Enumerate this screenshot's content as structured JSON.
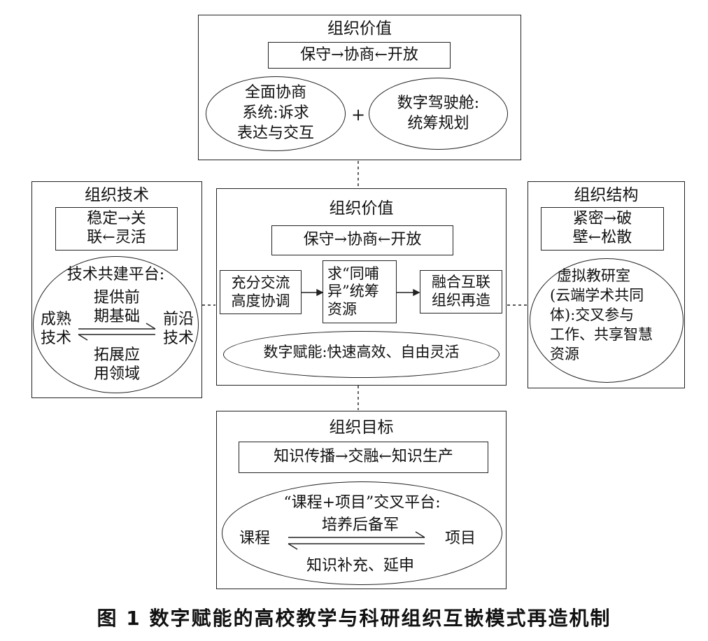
{
  "top": {
    "title": "组织价值",
    "subtitle": "保守→协商←开放",
    "left_ellipse": [
      "全面协商",
      "系统:诉求",
      "表达与交互"
    ],
    "plus": "+",
    "right_ellipse": [
      "数字驾驶舱:",
      "统筹规划"
    ]
  },
  "left": {
    "title": "组织技术",
    "subtitle": [
      "稳定→关",
      "联←灵活"
    ],
    "platform": "技术共建平台:",
    "upper": [
      "提供前",
      "期基础"
    ],
    "lower": [
      "拓展应",
      "用领域"
    ],
    "left_node": [
      "成熟",
      "技术"
    ],
    "right_node": [
      "前沿",
      "技术"
    ]
  },
  "center": {
    "title": "组织价值",
    "subtitle": "保守→协商←开放",
    "step1": [
      "充分交流",
      "高度协调"
    ],
    "step2": [
      "求“同哺",
      "异”统筹",
      "资源"
    ],
    "step3": [
      "融合互联",
      "组织再造"
    ],
    "ellipse": "数字赋能:快速高效、自由灵活"
  },
  "right": {
    "title": "组织结构",
    "subtitle": [
      "紧密→破",
      "壁←松散"
    ],
    "ellipse": [
      "虚拟教研室",
      "(云端学术共同",
      "体):交叉参与",
      "工作、共享智慧",
      "资源"
    ]
  },
  "bottom": {
    "title": "组织目标",
    "subtitle": "知识传播→交融←知识生产",
    "platform": "“课程+项目”交叉平台:",
    "left_node": "课程",
    "right_node": "项目",
    "upper": "培养后备军",
    "lower": "知识补充、延申"
  },
  "caption": "图 1   数字赋能的高校教学与科研组织互嵌模式再造机制"
}
